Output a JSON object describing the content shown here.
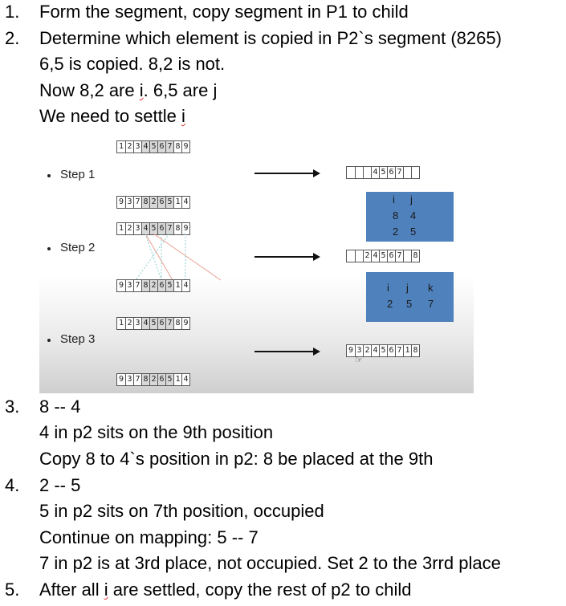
{
  "items": [
    {
      "num": "1.",
      "text": "Form the segment, copy segment in P1 to child"
    },
    {
      "num": "2.",
      "text": "Determine which element is copied in P2`s segment (8265)"
    },
    {
      "num": "",
      "text": "6,5 is copied. 8,2 is not."
    },
    {
      "num": "",
      "text_a": "Now 8,2 are ",
      "text_b": "i",
      "text_c": ". 6,5 are j"
    },
    {
      "num": "",
      "text_a": "We need to settle ",
      "text_b": "i"
    },
    {
      "num": "3.",
      "text": "8 -- 4"
    },
    {
      "num": "",
      "text": "4 in p2 sits on the 9th position"
    },
    {
      "num": "",
      "text": "Copy 8 to 4`s position in p2: 8 be placed at the 9th"
    },
    {
      "num": "4.",
      "text": "2 -- 5"
    },
    {
      "num": "",
      "text": "5 in p2 sits on 7th position, occupied"
    },
    {
      "num": "",
      "text": "Continue on mapping: 5 -- 7"
    },
    {
      "num": "",
      "text": "7 in p2 is at 3rd place, not occupied. Set 2 to the 3rrd place"
    },
    {
      "num": "5.",
      "text_a": "After all ",
      "text_b": "i",
      "text_c": " are settled, copy the rest of p2 to child"
    }
  ],
  "slide": {
    "steps": [
      "Step 1",
      "Step 2",
      "Step 3"
    ],
    "p1": [
      "1",
      "2",
      "3",
      "4",
      "5",
      "6",
      "7",
      "8",
      "9"
    ],
    "p2": [
      "9",
      "3",
      "7",
      "8",
      "2",
      "6",
      "5",
      "1",
      "4"
    ],
    "child1": [
      "",
      "",
      "",
      "4",
      "5",
      "6",
      "7",
      "",
      ""
    ],
    "child2": [
      "",
      "",
      "2",
      "4",
      "5",
      "6",
      "7",
      "",
      "8"
    ],
    "child3": [
      "9",
      "3",
      "2",
      "4",
      "5",
      "6",
      "7",
      "1",
      "8"
    ],
    "box1": {
      "i": "i",
      "j": "j",
      "r1a": "8",
      "r1b": "4",
      "r2a": "2",
      "r2b": "5"
    },
    "box2": {
      "i": "i",
      "j": "j",
      "k": "k",
      "a": "2",
      "b": "5",
      "c": "7"
    },
    "accent_blue": "#4f81bd"
  }
}
